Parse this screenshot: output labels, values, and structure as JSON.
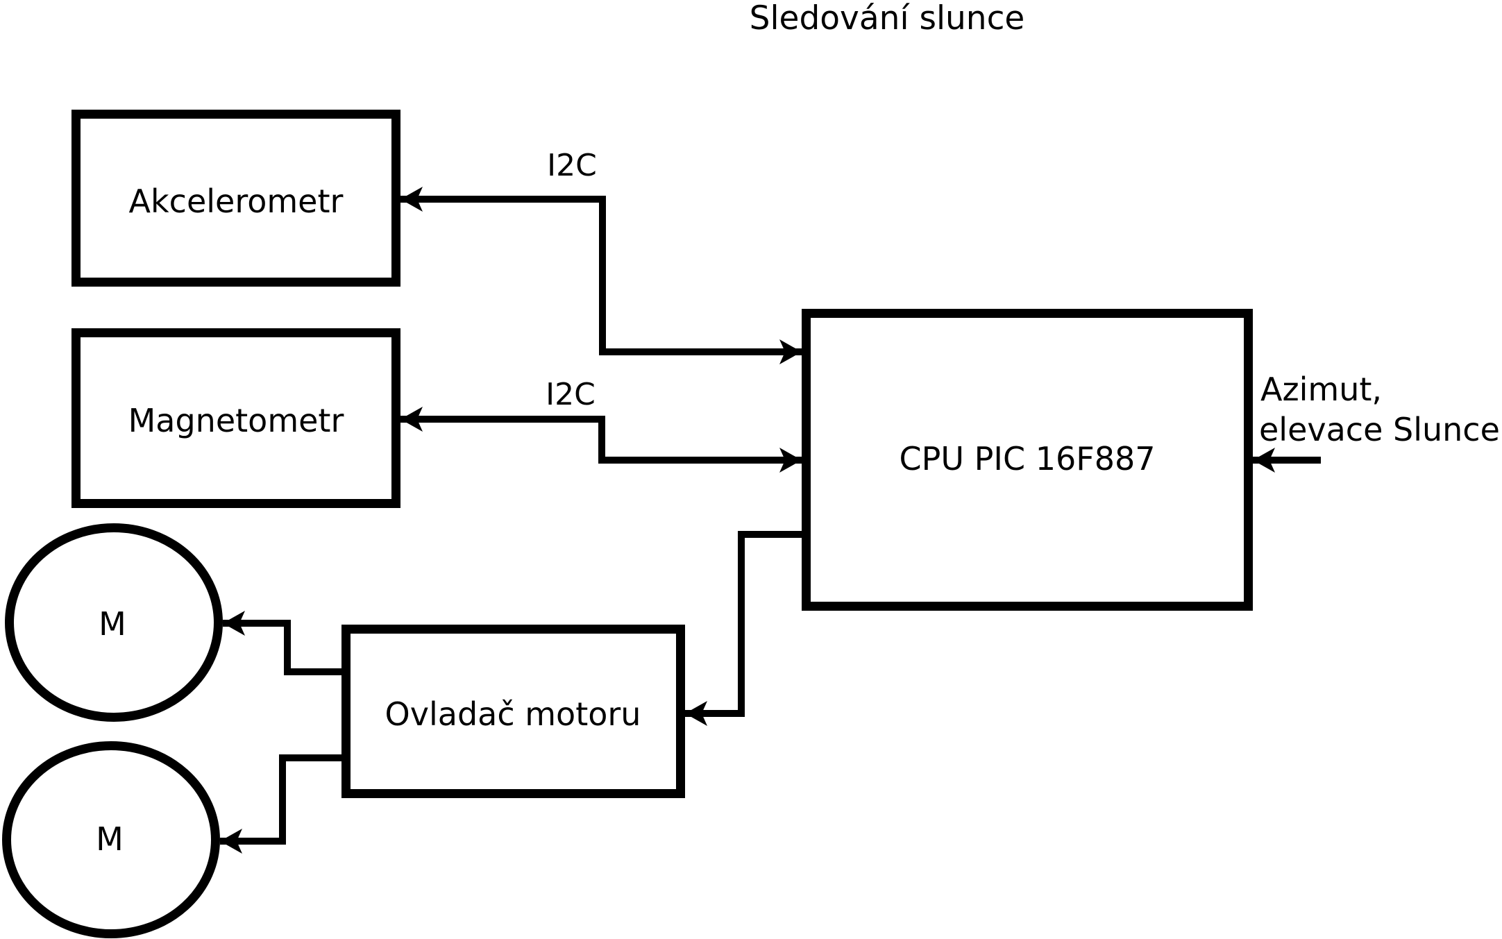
{
  "title": "Sledování slunce",
  "colors": {
    "ink": "#000000",
    "background": "#ffffff"
  },
  "nodes": {
    "akcelerometr": {
      "label": "Akcelerometr",
      "shape": "rectangle"
    },
    "magnetometr": {
      "label": "Magnetometr",
      "shape": "rectangle"
    },
    "cpu": {
      "label": "CPU PIC 16F887",
      "shape": "rectangle"
    },
    "motor_driver": {
      "label": "Ovladač motoru",
      "shape": "rectangle"
    },
    "motor1": {
      "label": "M",
      "shape": "circle"
    },
    "motor2": {
      "label": "M",
      "shape": "circle"
    }
  },
  "edge_labels": {
    "i2c_akcelerometr": "I2C",
    "i2c_magnetometr": "I2C",
    "azimut_line1": "Azimut,",
    "azimut_line2": "elevace Slunce"
  },
  "edges": [
    {
      "from": "cpu",
      "to": "akcelerometr",
      "label": "I2C"
    },
    {
      "from": "cpu",
      "to": "magnetometr",
      "label": "I2C"
    },
    {
      "from": "cpu",
      "to": "motor_driver",
      "label": ""
    },
    {
      "from": "motor_driver",
      "to": "motor1",
      "label": ""
    },
    {
      "from": "motor_driver",
      "to": "motor2",
      "label": ""
    },
    {
      "from": "azimut_elevace_input",
      "to": "cpu",
      "label": "Azimut, elevace Slunce"
    }
  ]
}
